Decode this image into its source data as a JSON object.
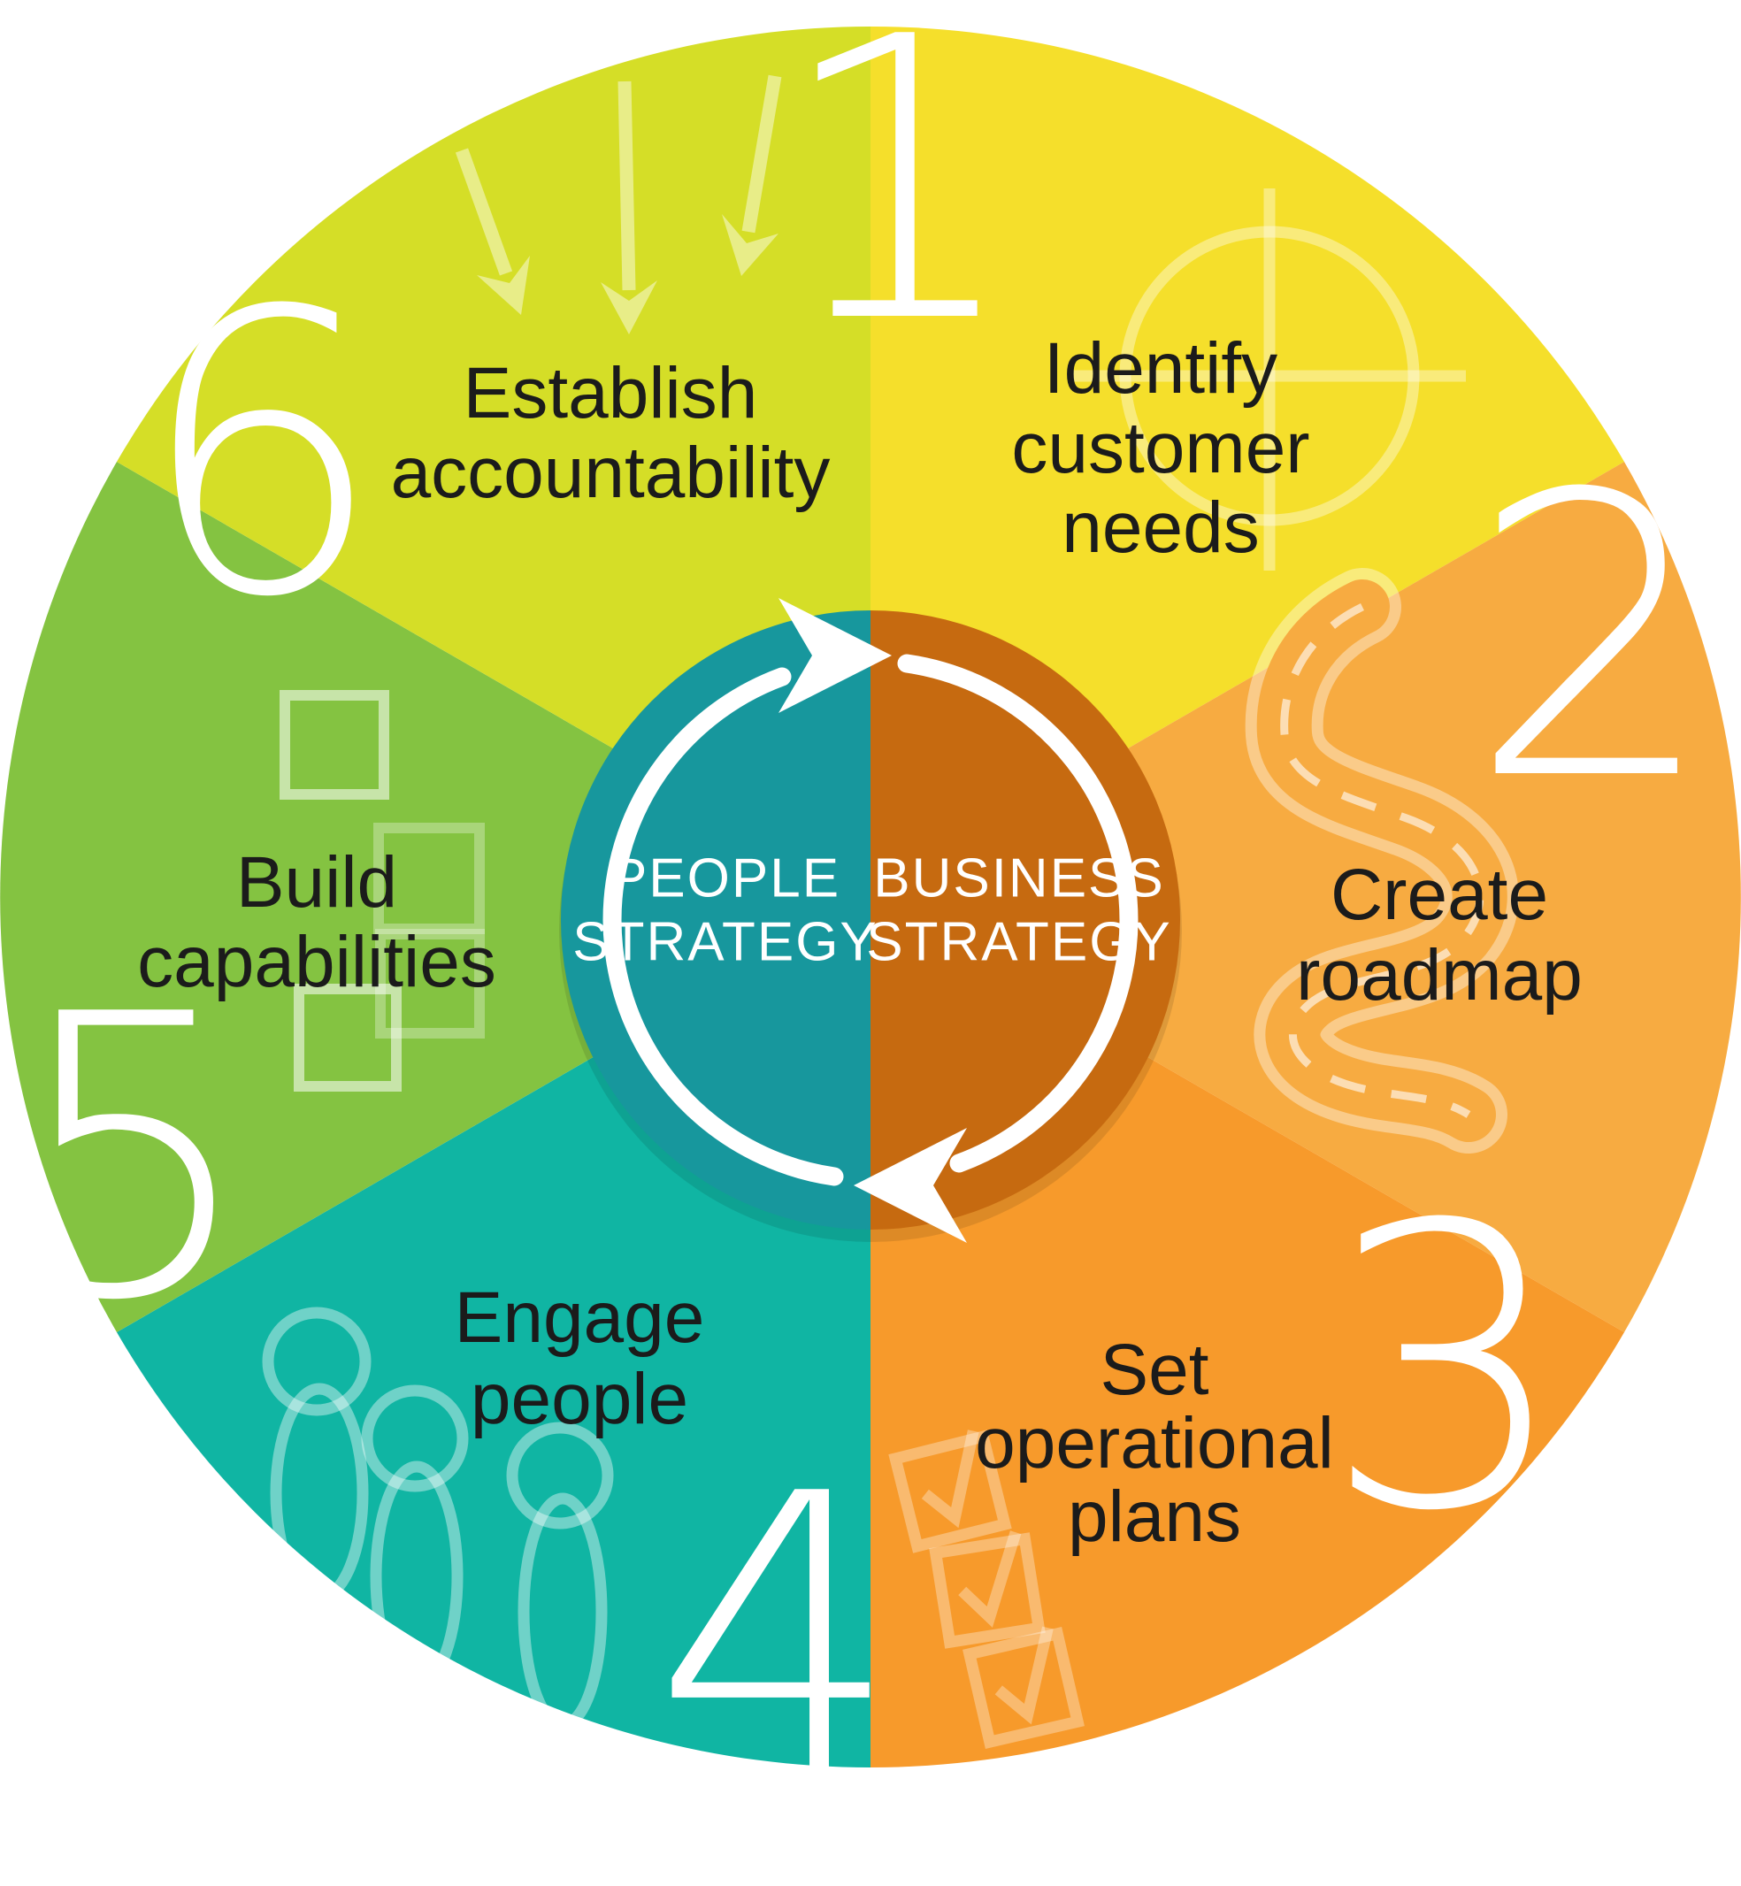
{
  "wheel": {
    "background": "#FFFFFF",
    "text_color": "#1B1B1B",
    "number_color": "#FFFFFF",
    "segments": [
      {
        "number": "1",
        "lines": [
          "Identify",
          "customer",
          "needs"
        ],
        "color": "#F5DF2B",
        "icon": "target-crosshair-icon"
      },
      {
        "number": "2",
        "lines": [
          "Create",
          "roadmap"
        ],
        "color": "#F7AB41",
        "icon": "winding-road-icon"
      },
      {
        "number": "3",
        "lines": [
          "Set",
          "operational",
          "plans"
        ],
        "color": "#F79A2B",
        "icon": "checklist-icon"
      },
      {
        "number": "4",
        "lines": [
          "Engage",
          "people"
        ],
        "color": "#10B5A3",
        "icon": "people-outline-icon"
      },
      {
        "number": "5",
        "lines": [
          "Build",
          "capabilities"
        ],
        "color": "#84C341",
        "icon": "stacked-squares-icon"
      },
      {
        "number": "6",
        "lines": [
          "Establish",
          "accountability"
        ],
        "color": "#D5DE27",
        "icon": "converging-arrows-icon"
      }
    ],
    "center": {
      "left_lines": [
        "PEOPLE",
        "STRATEGY"
      ],
      "left_color": "#17979D",
      "right_lines": [
        "BUSINESS",
        "STRATEGY"
      ],
      "right_color": "#C66A10",
      "cycle_arrow_color": "#FFFFFF"
    }
  }
}
